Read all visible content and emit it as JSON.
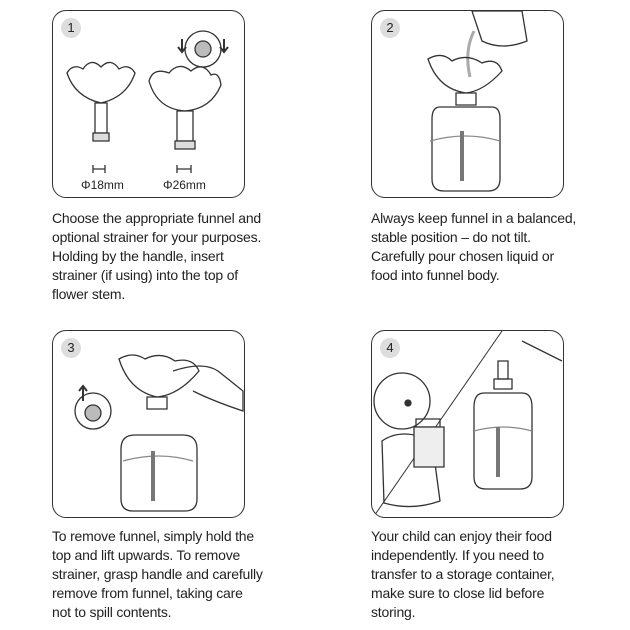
{
  "steps": [
    {
      "number": "1",
      "labels": [
        "Φ18mm",
        "Φ26mm"
      ],
      "caption": [
        "Choose the appropriate funnel and",
        "optional strainer for your purposes.",
        "Holding by the handle, insert",
        "strainer (if using) into the top of",
        "flower stem."
      ]
    },
    {
      "number": "2",
      "caption": [
        "Always keep funnel in a balanced,",
        "stable position – do not tilt.",
        "Carefully pour chosen liquid or",
        "food into funnel body."
      ]
    },
    {
      "number": "3",
      "caption": [
        "To remove funnel, simply hold the",
        "top and lift upwards. To remove",
        "strainer, grasp handle and carefully",
        "remove from funnel, taking care",
        "not to spill contents."
      ]
    },
    {
      "number": "4",
      "caption": [
        "Your child can enjoy their food",
        "independently. If you need to",
        "transfer to a storage container,",
        "make sure to close lid before",
        "storing."
      ]
    }
  ]
}
